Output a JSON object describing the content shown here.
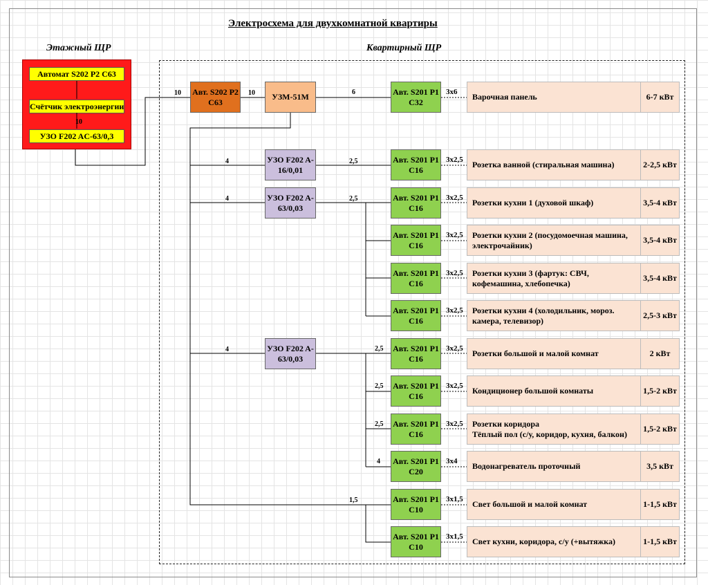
{
  "title": "Электросхема для двухкомнатной квартиры",
  "floor_panel": {
    "label": "Этажный ЩР",
    "items": [
      "Автомат S202 P2 C63",
      "Счётчик электроэнергии",
      "УЗО F202 AC-63/0,3"
    ],
    "inner_wire": "10"
  },
  "apartment_panel": {
    "label": "Квартирный ЩР",
    "main_breaker": "Авт. S202 P2 C63",
    "voltage_relay": "УЗМ-51М",
    "wire_in": "10",
    "wire_main": "10",
    "rcds": [
      {
        "label": "УЗО F202 A-16/0,01",
        "wire_in": "4",
        "wire_out": "2,5"
      },
      {
        "label": "УЗО F202 A-63/0,03",
        "wire_in": "4",
        "wire_out": "2,5"
      },
      {
        "label": "УЗО F202 A-63/0,03",
        "wire_in": "4"
      }
    ],
    "lighting_wire": "1,5",
    "circuits": [
      {
        "breaker": "Авт. S201 P1 C32",
        "wire": "6",
        "cable": "3х6",
        "load": "Варочная панель",
        "power": "6-7 кВт"
      },
      {
        "breaker": "Авт. S201 P1 C16",
        "wire": "",
        "cable": "3х2,5",
        "load": "Розетка ванной (стиральная машина)",
        "power": "2-2,5 кВт"
      },
      {
        "breaker": "Авт. S201 P1 C16",
        "wire": "",
        "cable": "3х2,5",
        "load": "Розетки кухни 1 (духовой шкаф)",
        "power": "3,5-4 кВт"
      },
      {
        "breaker": "Авт. S201 P1 C16",
        "wire": "",
        "cable": "3х2,5",
        "load": "Розетки кухни 2 (посудомоечная машина, электрочайник)",
        "power": "3,5-4 кВт"
      },
      {
        "breaker": "Авт. S201 P1 C16",
        "wire": "",
        "cable": "3х2,5",
        "load": "Розетки кухни 3 (фартук: СВЧ, кофемашина, хлебопечка)",
        "power": "3,5-4 кВт"
      },
      {
        "breaker": "Авт. S201 P1 C16",
        "wire": "",
        "cable": "3х2,5",
        "load": "Розетки кухни 4 (холодильник, мороз. камера, телевизор)",
        "power": "2,5-3 кВт"
      },
      {
        "breaker": "Авт. S201 P1 C16",
        "wire": "2,5",
        "cable": "3х2,5",
        "load": "Розетки большой и малой комнат",
        "power": "2 кВт"
      },
      {
        "breaker": "Авт. S201 P1 C16",
        "wire": "2,5",
        "cable": "3х2,5",
        "load": "Кондиционер большой комнаты",
        "power": "1,5-2 кВт"
      },
      {
        "breaker": "Авт. S201 P1 C16",
        "wire": "2,5",
        "cable": "3х2,5",
        "load": "Розетки коридора\nТёплый пол (с/у, коридор, кухня, балкон)",
        "power": "1,5-2 кВт"
      },
      {
        "breaker": "Авт. S201 P1 C20",
        "wire": "4",
        "cable": "3х4",
        "load": "Водонагреватель проточный",
        "power": "3,5 кВт"
      },
      {
        "breaker": "Авт. S201 P1 C10",
        "wire": "",
        "cable": "3х1,5",
        "load": "Свет большой и малой комнат",
        "power": "1-1,5 кВт"
      },
      {
        "breaker": "Авт. S201 P1 C10",
        "wire": "",
        "cable": "3х1,5",
        "load": "Свет кухни, коридора, с/у (+вытяжка)",
        "power": "1-1,5 кВт"
      }
    ]
  },
  "colors": {
    "floor_panel": "#ff1a1a",
    "floor_item": "#ffff00",
    "main_breaker": "#e0701e",
    "voltage_relay": "#f9bc8a",
    "rcd": "#cbbfdd",
    "circuit_breaker": "#8fd14f",
    "load": "#fbe3d3"
  }
}
